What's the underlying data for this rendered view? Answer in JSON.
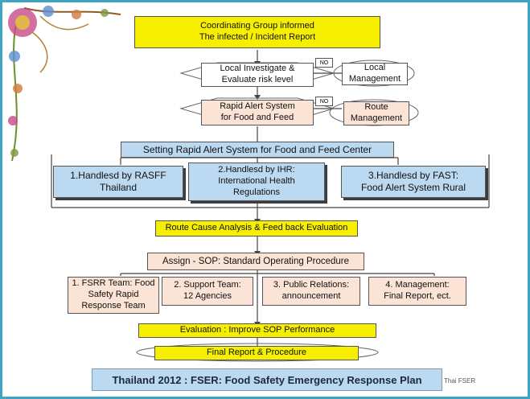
{
  "coordinating": {
    "line1": "Coordinating Group informed",
    "line2": "The infected / Incident  Report"
  },
  "local_investigate": {
    "line1": "Local Investigate &",
    "line2": "Evaluate risk level"
  },
  "no_label_1": "NO",
  "local_management": {
    "line1": "Local",
    "line2": "Management"
  },
  "rapid_alert": {
    "line1": "Rapid Alert System",
    "line2": "for Food and Feed"
  },
  "no_label_2": "NO",
  "route_management": {
    "line1": "Route",
    "line2": "Management"
  },
  "setting_center": "Setting Rapid Alert System for Food and Feed Center",
  "handled": [
    {
      "line1": "1.Handlesd by RASFF",
      "line2": "Thailand",
      "line3": ""
    },
    {
      "line1": "2.Handlesd by IHR:",
      "line2": "International Health",
      "line3": "Regulations"
    },
    {
      "line1": "3.Handlesd  by FAST:",
      "line2": "Food Alert System Rural",
      "line3": ""
    }
  ],
  "route_cause": "Route Cause Analysis  & Feed back Evaluation",
  "assign_sop": "Assign - SOP: Standard Operating Procedure",
  "teams": [
    {
      "line1": "1. FSRR Team: Food",
      "line2": "Safety Rapid",
      "line3": "Response Team"
    },
    {
      "line1": "2. Support Team:",
      "line2": "12 Agencies",
      "line3": ""
    },
    {
      "line1": "3. Public Relations:",
      "line2": "announcement",
      "line3": ""
    },
    {
      "line1": "4. Management:",
      "line2": "Final Report, ect.",
      "line3": ""
    }
  ],
  "evaluation": "Evaluation : Improve SOP Performance",
  "final_report": "Final Report  & Procedure",
  "banner": "Thailand 2012 :  FSER: Food Safety Emergency Response Plan",
  "caption_right": "Thai FSER",
  "colors": {
    "border": "#3fa5c0",
    "yellow": "#f7ef00",
    "pink": "#fbe3d6",
    "blue": "#bcd9f2"
  }
}
